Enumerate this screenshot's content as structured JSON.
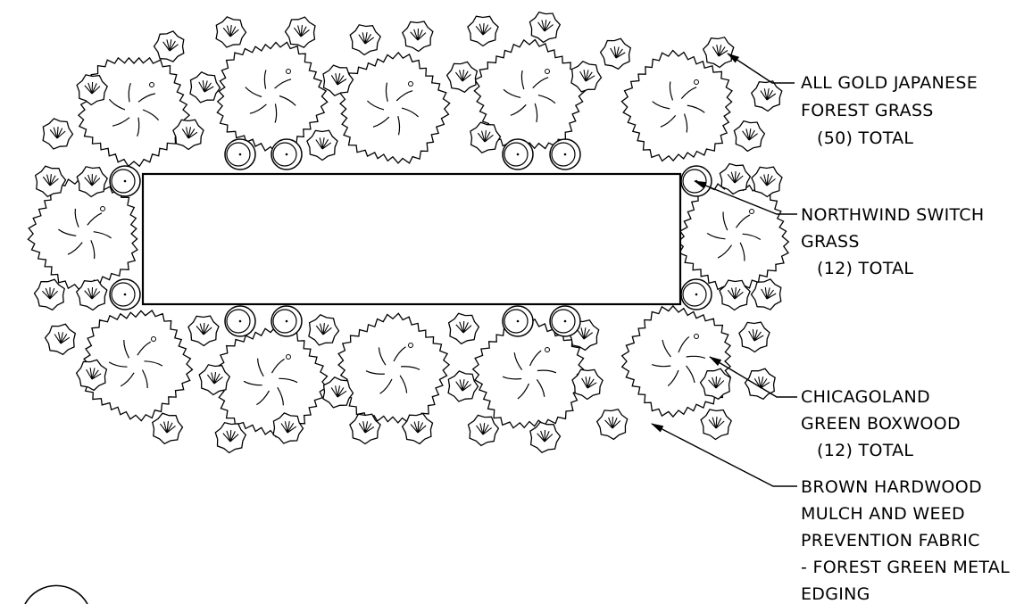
{
  "labels": {
    "gold_grass": [
      "ALL GOLD JAPANESE",
      "FOREST GRASS",
      "(50)  TOTAL"
    ],
    "switch_grass": [
      "NORTHWIND SWITCH",
      "GRASS",
      "(12)  TOTAL"
    ],
    "boxwood": [
      "CHICAGOLAND",
      "GREEN BOXWOOD",
      "(12)  TOTAL"
    ],
    "mulch": [
      "BROWN HARDWOOD",
      "MULCH AND WEED",
      "PREVENTION FABRIC",
      "- FOREST GREEN METAL",
      "EDGING"
    ]
  },
  "plants": {
    "gold_grass_count": 50,
    "switch_grass_count": 12,
    "boxwood_count": 12
  },
  "colors": {
    "line": "#000000",
    "background": "#ffffff"
  }
}
